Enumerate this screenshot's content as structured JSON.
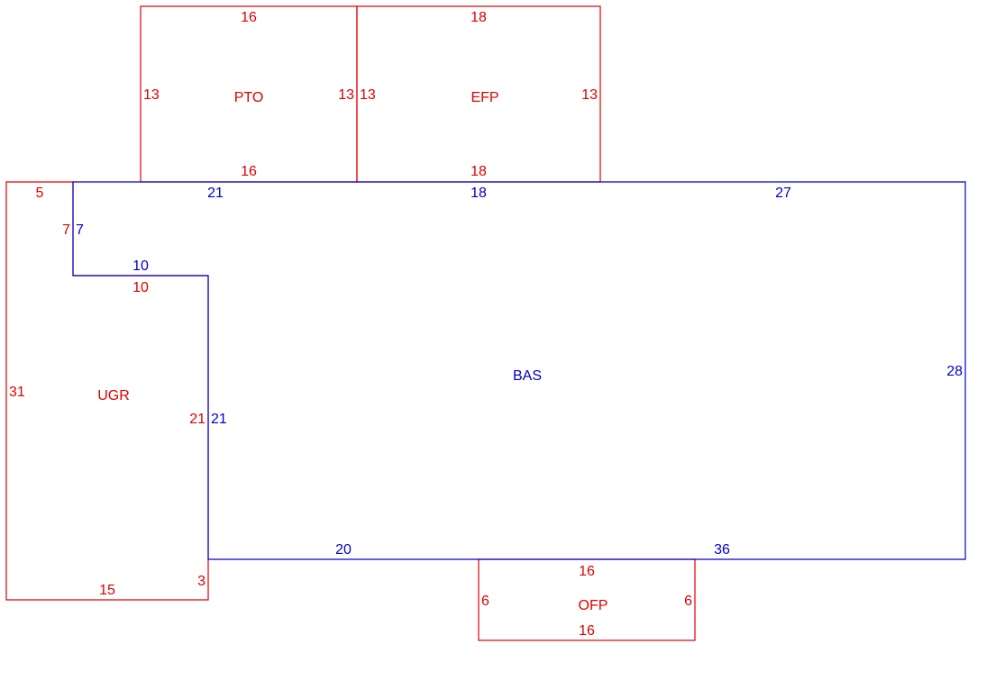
{
  "colors": {
    "red": "#e00000",
    "blue": "#0000cc"
  },
  "areas": {
    "bas": {
      "name": "BAS",
      "dims": {
        "top_a": "21",
        "top_b": "18",
        "top_c": "27",
        "right": "28",
        "bottom_a": "20",
        "bottom_b": "36",
        "notch_left": "7",
        "notch_bottom": "10",
        "inner_left": "21"
      }
    },
    "ugr": {
      "name": "UGR",
      "dims": {
        "top": "5",
        "notch_side": "7",
        "notch_bottom": "10",
        "left": "31",
        "right": "21",
        "bottom": "15",
        "step": "3"
      }
    },
    "pto": {
      "name": "PTO",
      "dims": {
        "top": "16",
        "bottom": "16",
        "left": "13",
        "right": "13"
      }
    },
    "efp": {
      "name": "EFP",
      "dims": {
        "top": "18",
        "bottom": "18",
        "left": "13",
        "right": "13"
      }
    },
    "ofp": {
      "name": "OFP",
      "dims": {
        "top": "16",
        "bottom": "16",
        "left": "6",
        "right": "6"
      }
    }
  }
}
